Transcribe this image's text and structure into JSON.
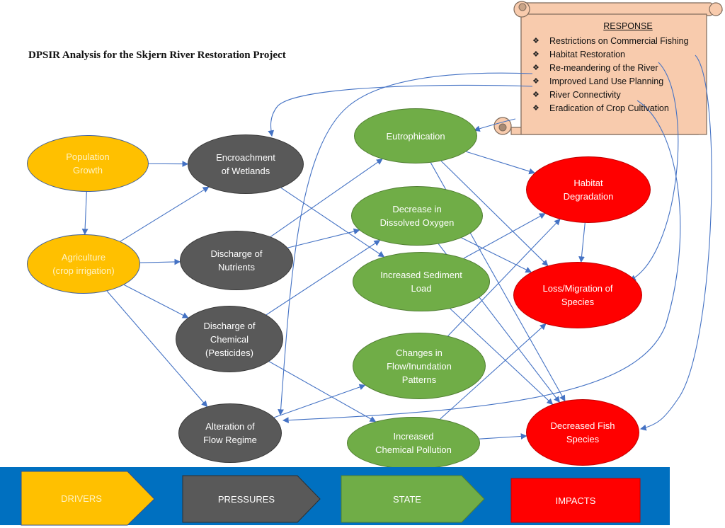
{
  "title": "DPSIR Analysis for the Skjern River Restoration Project",
  "nodes": {
    "population_growth": "Population\nGrowth",
    "agriculture": "Agriculture\n(crop irrigation)",
    "encroachment": "Encroachment\nof Wetlands",
    "discharge_nutrients": "Discharge of\nNutrients",
    "discharge_chemical": "Discharge of\nChemical\n(Pesticides)",
    "alteration_flow": "Alteration of\nFlow Regime",
    "eutrophication": "Eutrophication",
    "dissolved_oxygen": "Decrease in\nDissolved Oxygen",
    "sediment_load": "Increased Sediment\nLoad",
    "flow_inundation": "Changes in\nFlow/Inundation\nPatterns",
    "chemical_pollution": "Increased\nChemical Pollution",
    "habitat_degradation": "Habitat\nDegradation",
    "loss_migration": "Loss/Migration of\nSpecies",
    "decreased_fish": "Decreased Fish\nSpecies"
  },
  "response": {
    "heading": "RESPONSE",
    "items": [
      "Restrictions on Commercial Fishing",
      "Habitat Restoration",
      "Re-meandering of the River",
      "Improved Land Use Planning",
      "River Connectivity",
      "Eradication of Crop Cultivation"
    ]
  },
  "legend": {
    "drivers": "DRIVERS",
    "pressures": "PRESSURES",
    "state": "STATE",
    "impacts": "IMPACTS"
  },
  "colors": {
    "drivers": "#ffc000",
    "pressures": "#595959",
    "state": "#70ad47",
    "impacts": "#ff0000",
    "response": "#f8cbad",
    "arrows": "#4472c4",
    "band": "#0070c0"
  },
  "edges": [
    [
      "population_growth",
      "agriculture"
    ],
    [
      "population_growth",
      "encroachment"
    ],
    [
      "agriculture",
      "encroachment"
    ],
    [
      "agriculture",
      "discharge_nutrients"
    ],
    [
      "agriculture",
      "discharge_chemical"
    ],
    [
      "agriculture",
      "alteration_flow"
    ],
    [
      "encroachment",
      "sediment_load"
    ],
    [
      "discharge_nutrients",
      "eutrophication"
    ],
    [
      "discharge_nutrients",
      "dissolved_oxygen"
    ],
    [
      "discharge_chemical",
      "dissolved_oxygen"
    ],
    [
      "discharge_chemical",
      "chemical_pollution"
    ],
    [
      "alteration_flow",
      "flow_inundation"
    ],
    [
      "eutrophication",
      "habitat_degradation"
    ],
    [
      "eutrophication",
      "loss_migration"
    ],
    [
      "eutrophication",
      "decreased_fish"
    ],
    [
      "dissolved_oxygen",
      "loss_migration"
    ],
    [
      "dissolved_oxygen",
      "decreased_fish"
    ],
    [
      "sediment_load",
      "habitat_degradation"
    ],
    [
      "sediment_load",
      "decreased_fish"
    ],
    [
      "flow_inundation",
      "habitat_degradation"
    ],
    [
      "chemical_pollution",
      "loss_migration"
    ],
    [
      "chemical_pollution",
      "decreased_fish"
    ],
    [
      "habitat_degradation",
      "loss_migration"
    ]
  ]
}
